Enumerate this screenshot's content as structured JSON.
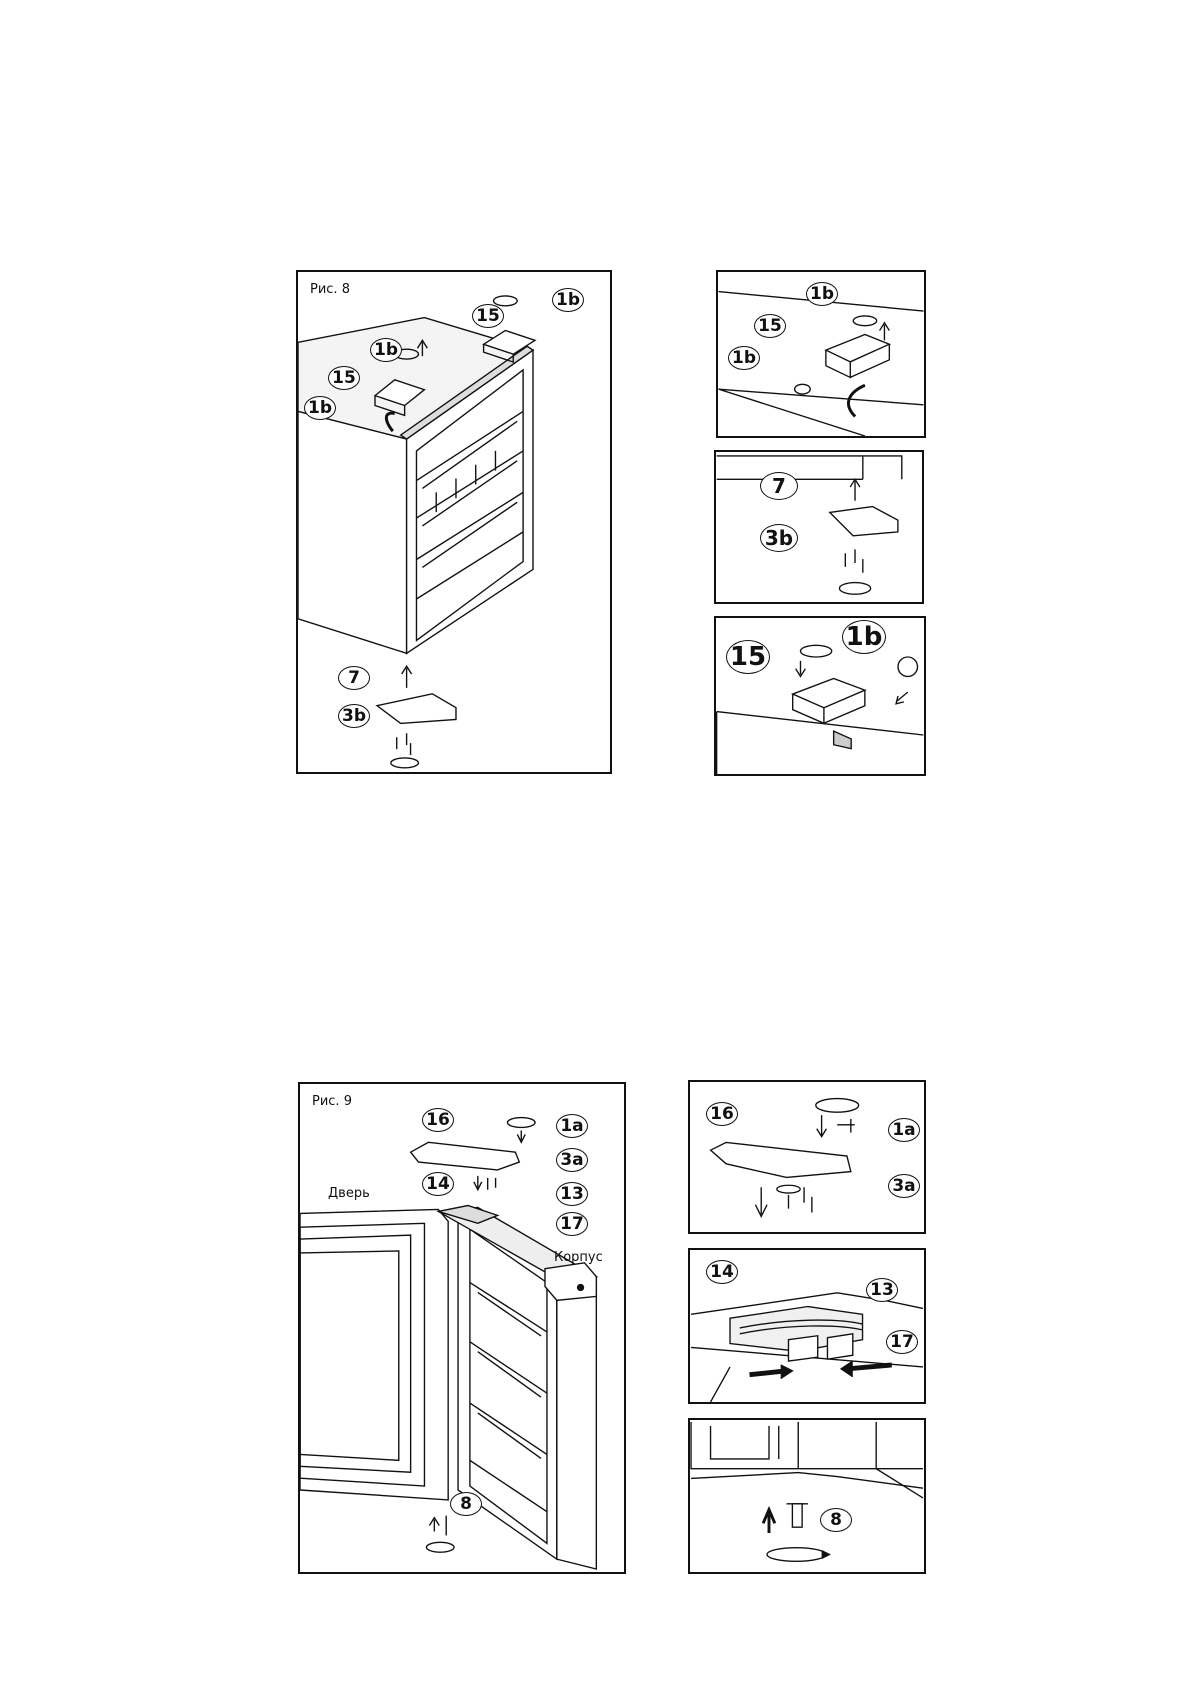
{
  "figure8": {
    "title": "Рис. 8",
    "main_labels": [
      "15",
      "1b",
      "1b",
      "15",
      "1b",
      "7",
      "3b"
    ],
    "detail_top_labels": [
      "1b",
      "15",
      "1b"
    ],
    "detail_mid_labels": [
      "7",
      "3b"
    ],
    "detail_bot_labels": [
      "15",
      "1b"
    ]
  },
  "figure9": {
    "title": "Рис. 9",
    "door_label": "Дверь",
    "body_label": "Корпус",
    "main_labels": [
      "16",
      "1a",
      "3a",
      "14",
      "13",
      "17",
      "8"
    ],
    "detail_top_labels": [
      "16",
      "1a",
      "3a"
    ],
    "detail_mid_labels": [
      "14",
      "13",
      "17"
    ],
    "detail_bot_labels": [
      "8"
    ]
  }
}
